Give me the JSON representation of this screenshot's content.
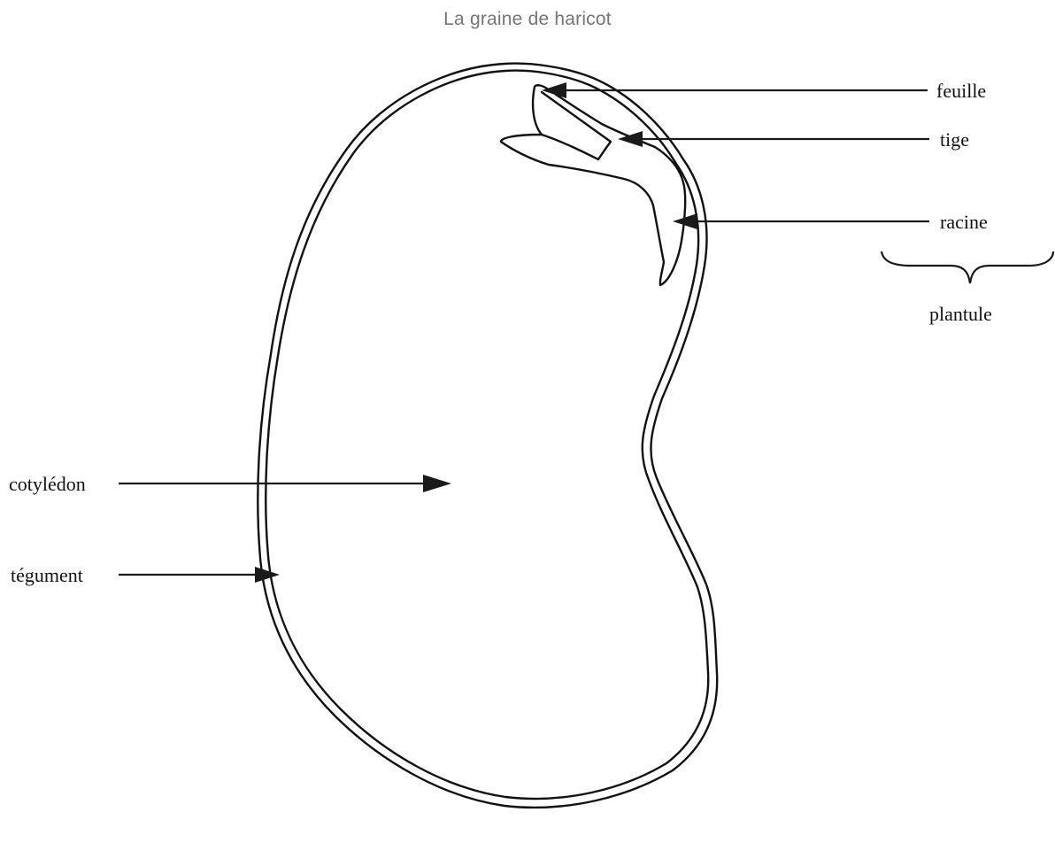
{
  "title": "La graine de haricot",
  "labels": {
    "feuille": "feuille",
    "tige": "tige",
    "racine": "racine",
    "plantule": "plantule",
    "cotyledon": "cotylédon",
    "tegument": "tégument"
  },
  "colors": {
    "title": "#757575",
    "line": "#1a1a1a"
  }
}
